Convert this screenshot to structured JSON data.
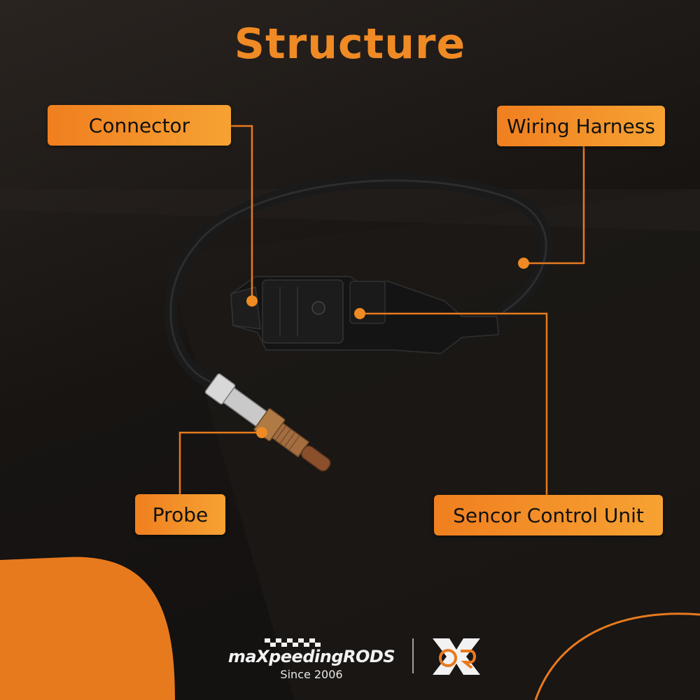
{
  "title": "Structure",
  "labels": {
    "connector": "Connector",
    "wiring_harness": "Wiring Harness",
    "probe": "Probe",
    "sensor_control_unit": "Sencor Control Unit"
  },
  "brand": {
    "name": "maXpeedingRODS",
    "since": "Since 2006"
  },
  "colors": {
    "accent": "#f08a24",
    "background": "#171412"
  }
}
